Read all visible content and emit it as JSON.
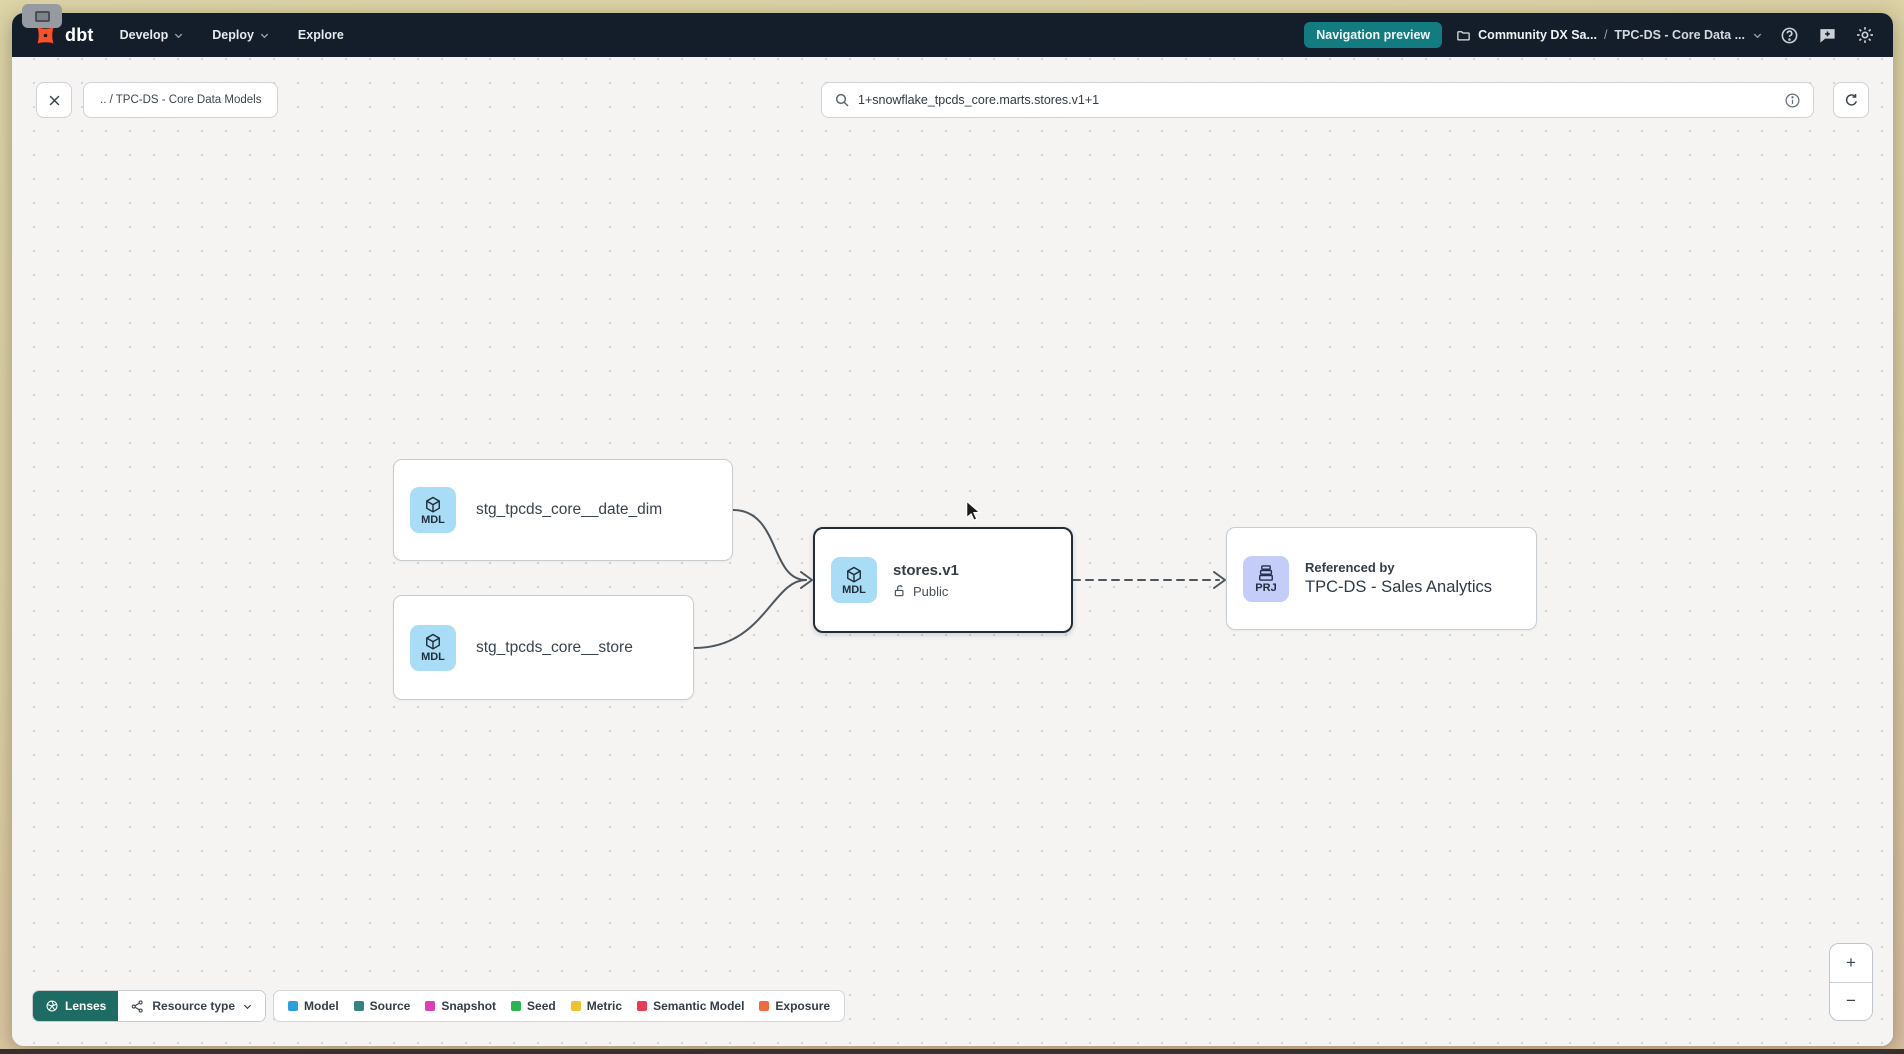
{
  "navbar": {
    "logo_text": "dbt",
    "menu": [
      {
        "label": "Develop"
      },
      {
        "label": "Deploy"
      },
      {
        "label": "Explore"
      }
    ],
    "preview_button_label": "Navigation preview",
    "breadcrumb": {
      "project": "Community DX Sa...",
      "separator": "/",
      "environment": "TPC-DS - Core Data ..."
    },
    "colors": {
      "background": "#141e2b",
      "preview_button": "#127c80"
    }
  },
  "toolbar": {
    "breadcrumb_chip": ".. / TPC-DS - Core Data Models",
    "search_value": "1+snowflake_tpcds_core.marts.stores.v1+1"
  },
  "graph": {
    "nodes": [
      {
        "badge": "MDL",
        "label": "stg_tpcds_core__date_dim"
      },
      {
        "badge": "MDL",
        "label": "stg_tpcds_core__store"
      },
      {
        "badge": "MDL",
        "label": "stores.v1",
        "access": "Public"
      },
      {
        "badge": "PRJ",
        "label": "Referenced by",
        "project": "TPC-DS - Sales Analytics"
      }
    ],
    "badge_colors": {
      "model": "#a9ddf6",
      "project": "#c4cdf7"
    }
  },
  "footer": {
    "lenses_label": "Lenses",
    "resource_type_label": "Resource type",
    "legend": [
      {
        "label": "Model",
        "color": "#2b9fe0"
      },
      {
        "label": "Source",
        "color": "#35837f"
      },
      {
        "label": "Snapshot",
        "color": "#df3eb9"
      },
      {
        "label": "Seed",
        "color": "#2bb656"
      },
      {
        "label": "Metric",
        "color": "#eec32d"
      },
      {
        "label": "Semantic Model",
        "color": "#e93a56"
      },
      {
        "label": "Exposure",
        "color": "#ef6a3f"
      }
    ]
  },
  "zoom_controls": {
    "zoom_in": "+",
    "zoom_out": "−"
  }
}
